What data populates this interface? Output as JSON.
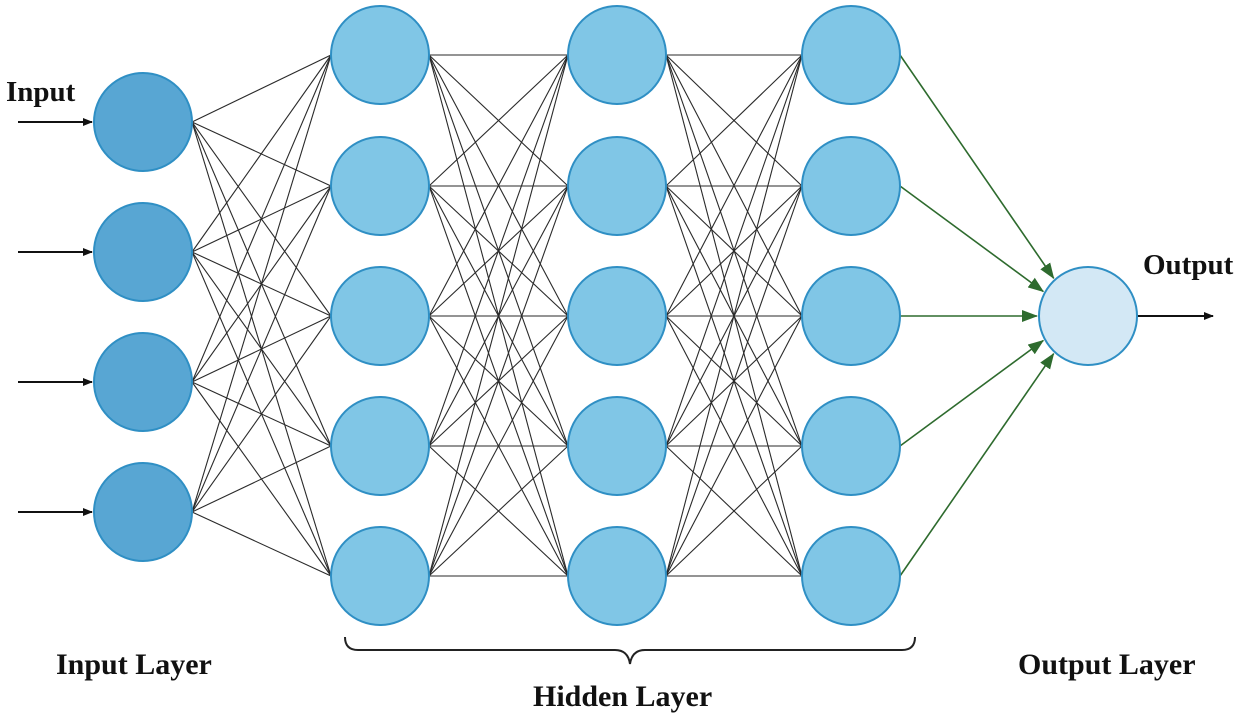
{
  "labels": {
    "input": "Input",
    "output": "Output",
    "input_layer": "Input Layer",
    "hidden_layer": "Hidden Layer",
    "output_layer": "Output Layer"
  },
  "network": {
    "input_nodes": 4,
    "hidden_layers": 3,
    "hidden_nodes_per_layer": 5,
    "output_nodes": 1,
    "connectivity": "fully-connected"
  },
  "colors": {
    "input_node_fill": "#58a6d3",
    "hidden_node_fill": "#80c6e6",
    "output_node_fill": "#d3e8f5",
    "node_stroke": "#2f8fc4",
    "edge": "#2a2a2a",
    "output_edge": "#2e6b2e",
    "arrow": "#111111"
  }
}
